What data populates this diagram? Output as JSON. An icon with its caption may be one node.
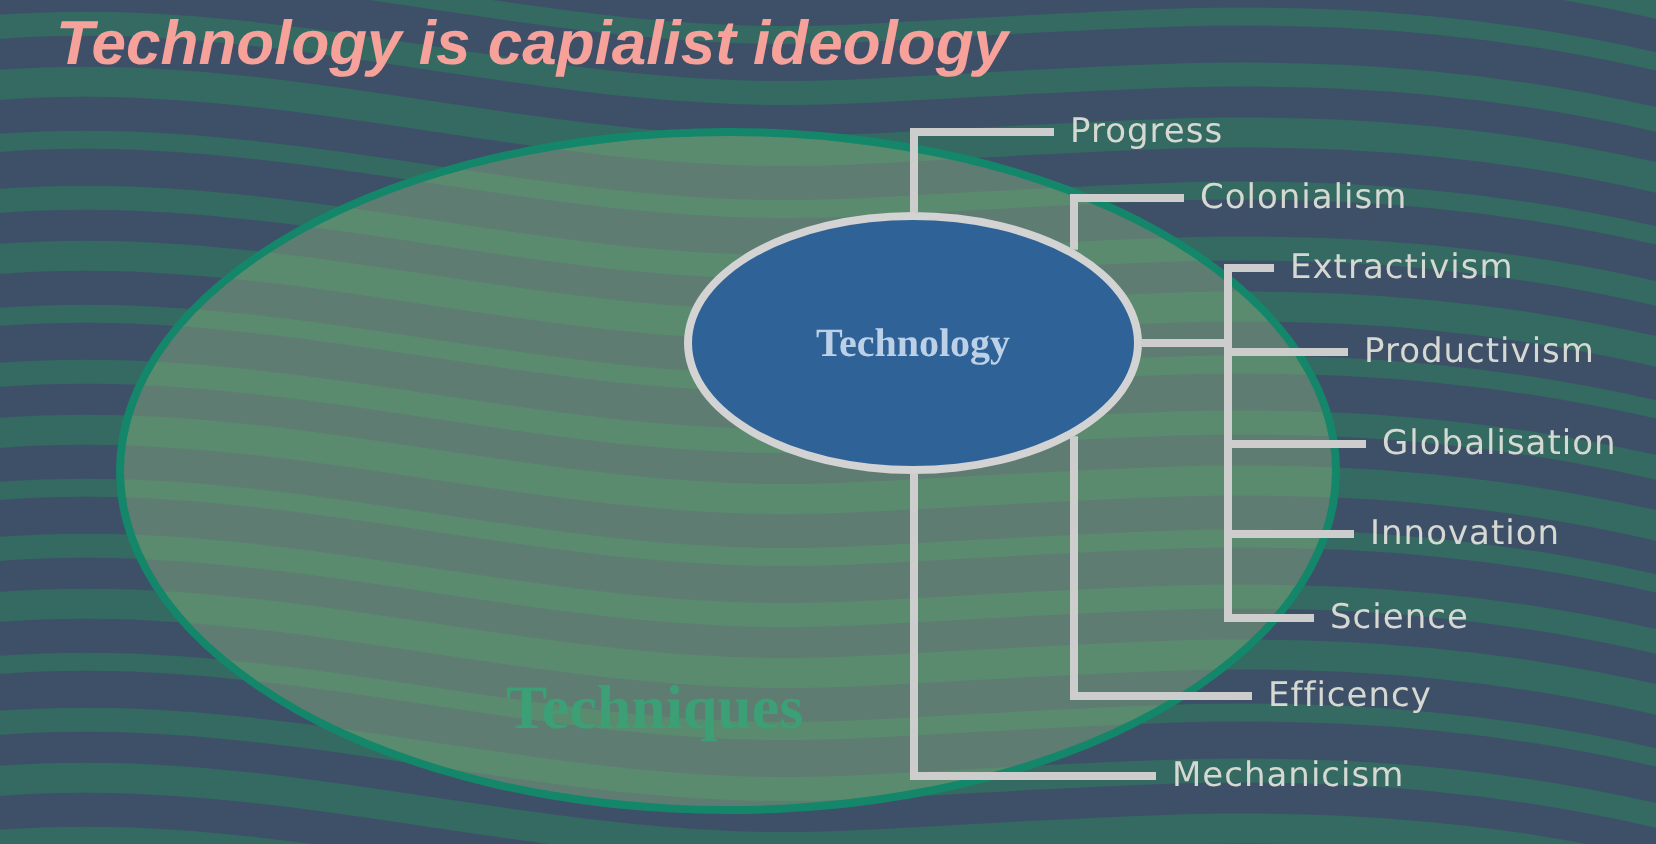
{
  "diagram": {
    "title": "Technology is capialist ideology",
    "nodes": [
      {
        "text": [
          "Techniques"
        ]
      },
      {
        "text": [
          "Technology"
        ],
        "in": 0
      },
      {
        "text": [
          "Progress"
        ]
      },
      {
        "text": [
          "Colonialism"
        ]
      },
      {
        "text": [
          "Extractivism"
        ]
      },
      {
        "text": [
          "Productivism"
        ]
      },
      {
        "text": [
          "Globalisation"
        ]
      },
      {
        "text": [
          "Innovation"
        ]
      },
      {
        "text": [
          "Science"
        ]
      },
      {
        "text": [
          "Efficency"
        ]
      },
      {
        "text": [
          "Mechanicism"
        ]
      }
    ],
    "edges": [
      {
        "from": 1,
        "to": 2,
        "arrow": "none"
      },
      {
        "from": 1,
        "to": 3,
        "arrow": "none"
      },
      {
        "from": 1,
        "to": 4,
        "arrow": "none"
      },
      {
        "from": 1,
        "to": 5,
        "arrow": "none"
      },
      {
        "from": 1,
        "to": 6,
        "arrow": "none"
      },
      {
        "from": 1,
        "to": 7,
        "arrow": "none"
      },
      {
        "from": 1,
        "to": 8,
        "arrow": "none"
      },
      {
        "from": 1,
        "to": 9,
        "arrow": "none"
      },
      {
        "from": 1,
        "to": 10,
        "arrow": "none"
      }
    ]
  }
}
